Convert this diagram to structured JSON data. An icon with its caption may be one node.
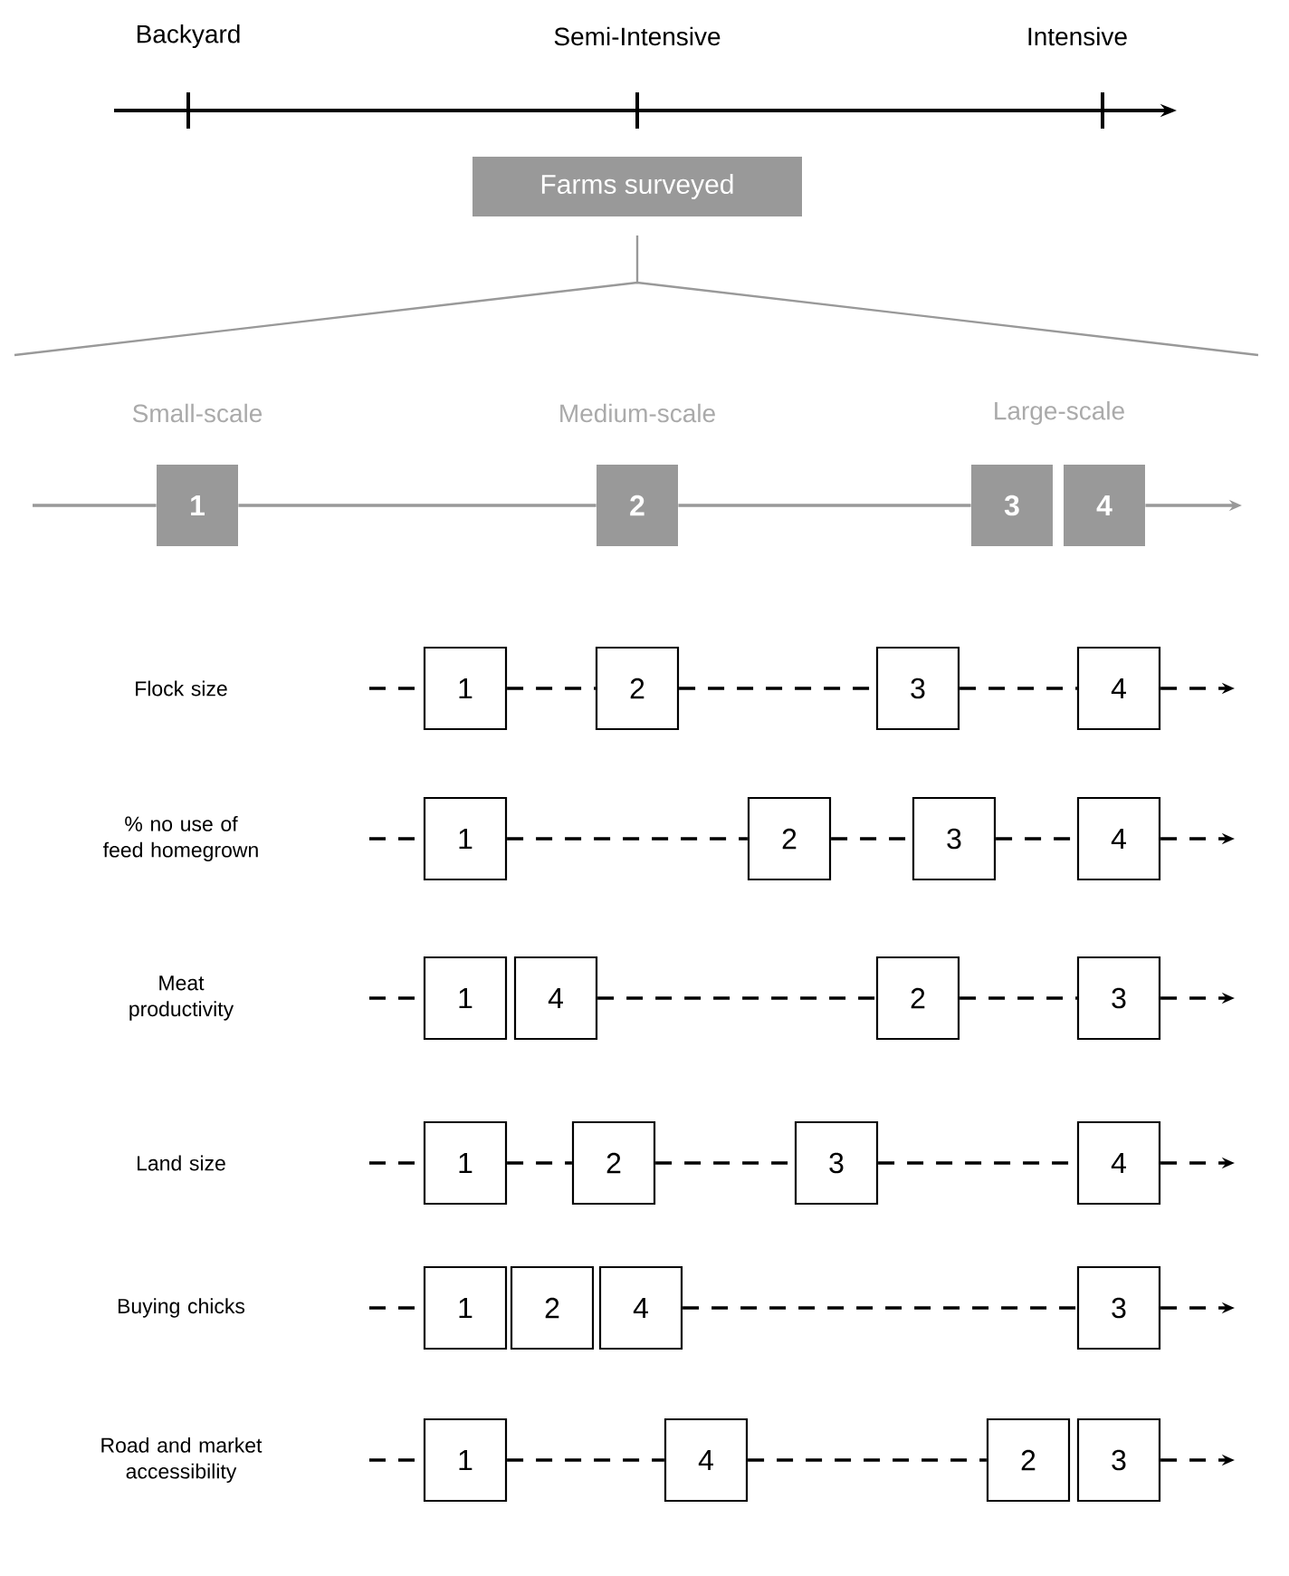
{
  "diagram": {
    "nodes": [
      {
        "text": [
          "Farms surveyed"
        ]
      },
      {
        "text": [
          "1"
        ]
      },
      {
        "text": [
          "2"
        ]
      },
      {
        "text": [
          "3"
        ]
      },
      {
        "text": [
          "4"
        ]
      },
      {
        "text": [
          "1"
        ]
      },
      {
        "text": [
          "2"
        ]
      },
      {
        "text": [
          "3"
        ]
      },
      {
        "text": [
          "4"
        ]
      },
      {
        "text": [
          "1"
        ]
      },
      {
        "text": [
          "2"
        ]
      },
      {
        "text": [
          "3"
        ]
      },
      {
        "text": [
          "4"
        ]
      },
      {
        "text": [
          "1"
        ]
      },
      {
        "text": [
          "4"
        ]
      },
      {
        "text": [
          "2"
        ]
      },
      {
        "text": [
          "3"
        ]
      },
      {
        "text": [
          "1"
        ]
      },
      {
        "text": [
          "2"
        ]
      },
      {
        "text": [
          "3"
        ]
      },
      {
        "text": [
          "4"
        ]
      },
      {
        "text": [
          "1"
        ]
      },
      {
        "text": [
          "2"
        ]
      },
      {
        "text": [
          "4"
        ]
      },
      {
        "text": [
          "3"
        ]
      },
      {
        "text": [
          "1"
        ]
      },
      {
        "text": [
          "4"
        ]
      },
      {
        "text": [
          "2"
        ]
      },
      {
        "text": [
          "3"
        ]
      }
    ],
    "edges": [
      {
        "from": null,
        "to": 1,
        "arrow": "none",
        "color": "#999999"
      },
      {
        "from": 1,
        "to": 2,
        "arrow": "none",
        "color": "#999999"
      },
      {
        "from": 2,
        "to": 3,
        "arrow": "none",
        "color": "#999999"
      },
      {
        "from": 4,
        "to": null,
        "arrow": "to",
        "color": "#999999"
      },
      {
        "from": null,
        "to": 5,
        "arrow": "none",
        "style": "dashed"
      },
      {
        "from": 5,
        "to": 6,
        "arrow": "none",
        "style": "dashed"
      },
      {
        "from": 6,
        "to": 7,
        "arrow": "none",
        "style": "dashed"
      },
      {
        "from": 7,
        "to": 8,
        "arrow": "none",
        "style": "dashed"
      },
      {
        "from": 8,
        "to": null,
        "arrow": "to",
        "style": "dashed"
      },
      {
        "from": null,
        "to": 9,
        "arrow": "none",
        "style": "dashed"
      },
      {
        "from": 9,
        "to": 10,
        "arrow": "none",
        "style": "dashed"
      },
      {
        "from": 10,
        "to": 11,
        "arrow": "none",
        "style": "dashed"
      },
      {
        "from": 11,
        "to": 12,
        "arrow": "none",
        "style": "dashed"
      },
      {
        "from": 12,
        "to": null,
        "arrow": "to",
        "style": "dashed"
      },
      {
        "from": null,
        "to": 13,
        "arrow": "none",
        "style": "dashed"
      },
      {
        "from": 14,
        "to": 15,
        "arrow": "none",
        "style": "dashed"
      },
      {
        "from": 15,
        "to": 16,
        "arrow": "none",
        "style": "dashed"
      },
      {
        "from": 16,
        "to": null,
        "arrow": "to",
        "style": "dashed"
      },
      {
        "from": null,
        "to": 17,
        "arrow": "none",
        "style": "dashed"
      },
      {
        "from": 17,
        "to": 18,
        "arrow": "none",
        "style": "dashed"
      },
      {
        "from": 18,
        "to": 19,
        "arrow": "none",
        "style": "dashed"
      },
      {
        "from": 19,
        "to": 20,
        "arrow": "none",
        "style": "dashed"
      },
      {
        "from": 20,
        "to": null,
        "arrow": "to",
        "style": "dashed"
      },
      {
        "from": null,
        "to": 21,
        "arrow": "none",
        "style": "dashed"
      },
      {
        "from": 23,
        "to": 24,
        "arrow": "none",
        "style": "dashed"
      },
      {
        "from": 24,
        "to": null,
        "arrow": "to",
        "style": "dashed"
      },
      {
        "from": null,
        "to": 25,
        "arrow": "none",
        "style": "dashed"
      },
      {
        "from": 25,
        "to": 26,
        "arrow": "none",
        "style": "dashed"
      },
      {
        "from": 26,
        "to": 27,
        "arrow": "none",
        "style": "dashed"
      },
      {
        "from": 28,
        "to": null,
        "arrow": "to",
        "style": "dashed"
      }
    ],
    "labels": [
      "Backyard",
      "Semi-Intensive",
      "Intensive",
      "Small-scale",
      "Medium-scale",
      "Large-scale",
      "Flock size",
      "% no use of feed homegrown",
      "Meat productivity",
      "Land size",
      "Buying chicks",
      "Road and market accessibility"
    ]
  }
}
